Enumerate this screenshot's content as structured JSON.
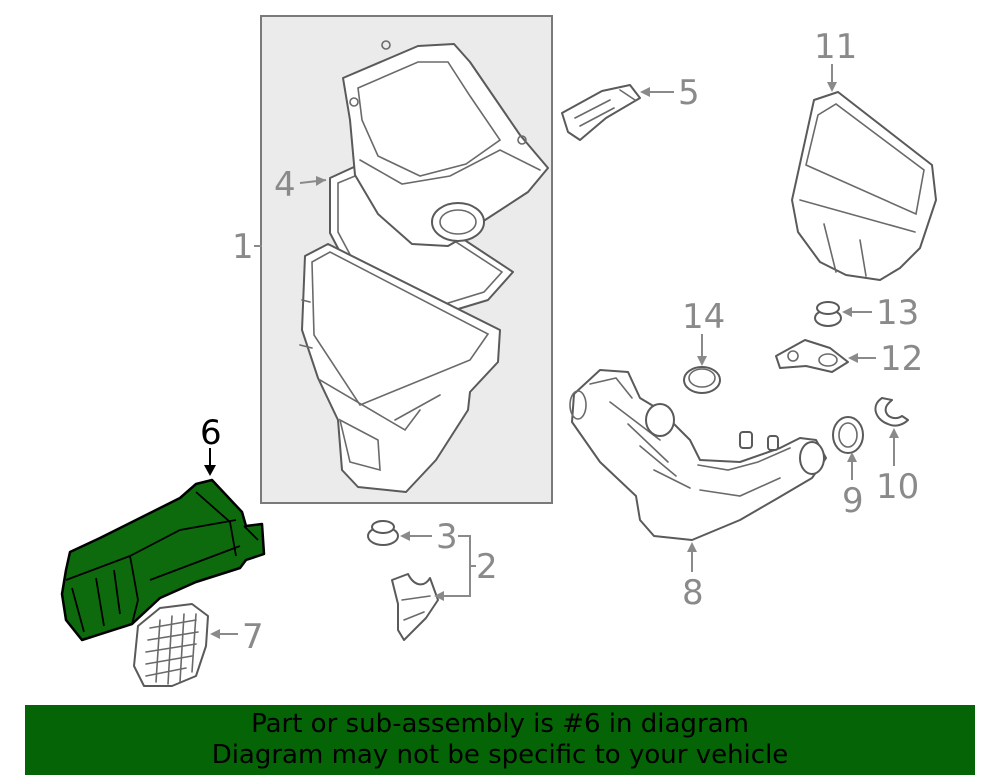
{
  "callouts": {
    "c1": "1",
    "c2": "2",
    "c3": "3",
    "c4": "4",
    "c5": "5",
    "c6": "6",
    "c7": "7",
    "c8": "8",
    "c9": "9",
    "c10": "10",
    "c11": "11",
    "c12": "12",
    "c13": "13",
    "c14": "14"
  },
  "highlighted_part": "6",
  "colors": {
    "highlight_fill": "#0d6b0d",
    "banner_bg": "#056405",
    "callout_gray": "#8a8a8a"
  },
  "banner": {
    "line1": "Part or sub-assembly is #6 in diagram",
    "line2": "Diagram may not be specific to your vehicle"
  }
}
